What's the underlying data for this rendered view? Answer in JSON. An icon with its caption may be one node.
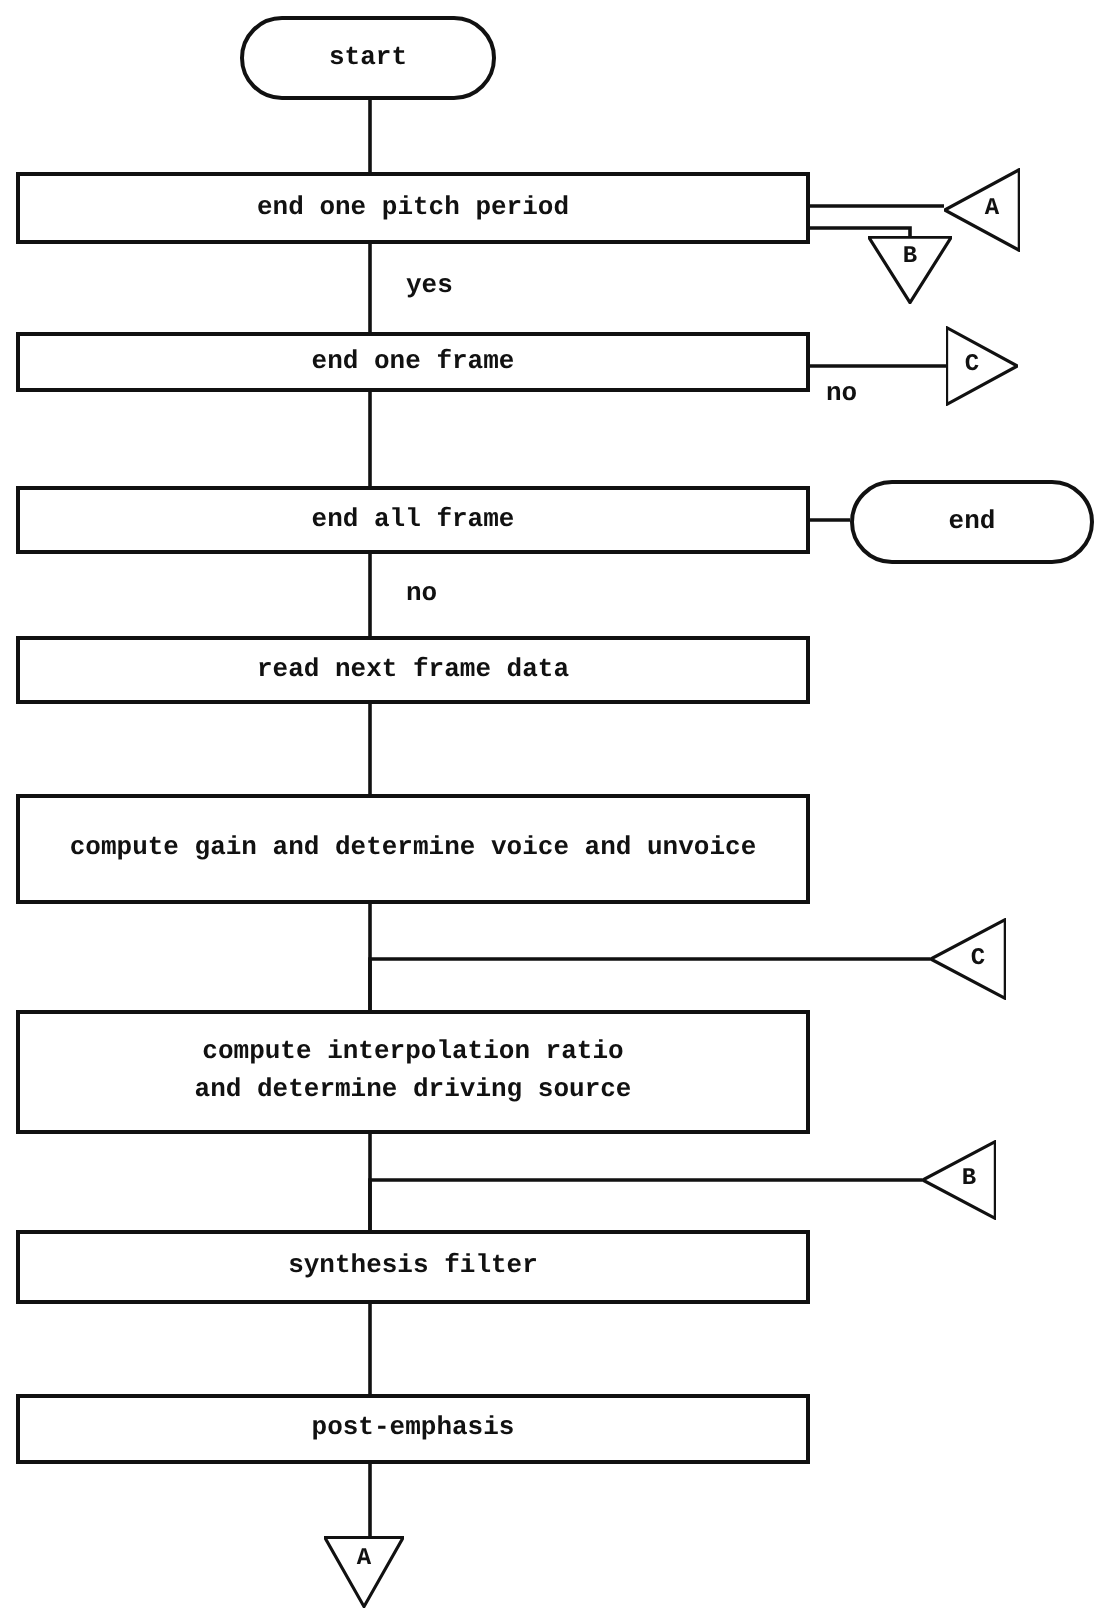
{
  "diagram": {
    "nodes": [
      {
        "text": [
          "start"
        ]
      },
      {
        "text": [
          "end one pitch period"
        ]
      },
      {
        "text": [
          "A"
        ]
      },
      {
        "text": [
          "B"
        ]
      },
      {
        "text": [
          "end one frame"
        ]
      },
      {
        "text": [
          "C"
        ]
      },
      {
        "text": [
          "end all frame"
        ]
      },
      {
        "text": [
          "end"
        ]
      },
      {
        "text": [
          "read next frame data"
        ]
      },
      {
        "text": [
          "compute gain and determine voice and unvoice"
        ]
      },
      {
        "text": [
          "C"
        ]
      },
      {
        "text": [
          "compute interpolation ratio and determine driving source"
        ]
      },
      {
        "text": [
          "B"
        ]
      },
      {
        "text": [
          "synthesis filter"
        ]
      },
      {
        "text": [
          "post-emphasis"
        ]
      },
      {
        "text": [
          "A"
        ]
      }
    ],
    "edges": [
      {
        "from": 0,
        "to": 1,
        "arrow": "none"
      },
      {
        "from": 1,
        "to": 2,
        "arrow": "none"
      },
      {
        "from": 1,
        "to": 3,
        "arrow": "none"
      },
      {
        "from": 1,
        "to": 4,
        "label": "yes",
        "arrow": "none"
      },
      {
        "from": 4,
        "to": 5,
        "label": "no",
        "arrow": "none"
      },
      {
        "from": 4,
        "to": 6,
        "arrow": "none"
      },
      {
        "from": 6,
        "to": 7,
        "arrow": "none"
      },
      {
        "from": 6,
        "to": 8,
        "label": "no",
        "arrow": "none"
      },
      {
        "from": 8,
        "to": 9,
        "arrow": "none"
      },
      {
        "from": 9,
        "to": 11,
        "arrow": "none"
      },
      {
        "from": 10,
        "to": 11,
        "arrow": "none"
      },
      {
        "from": 11,
        "to": 13,
        "arrow": "none"
      },
      {
        "from": 12,
        "to": 13,
        "arrow": "none"
      },
      {
        "from": 13,
        "to": 14,
        "arrow": "none"
      },
      {
        "from": 14,
        "to": 15,
        "arrow": "none"
      }
    ]
  }
}
